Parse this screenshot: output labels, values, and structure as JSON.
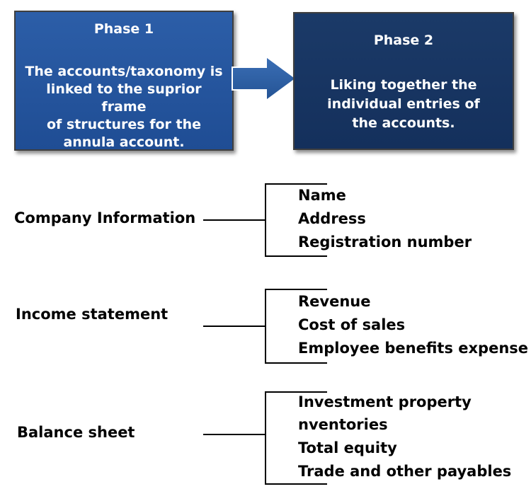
{
  "phases": {
    "phase1": {
      "title": "Phase 1",
      "body": "The accounts/taxonomy is\nlinked to the suprior frame\nof structures for the\nannula account.",
      "color": "#2556a0"
    },
    "phase2": {
      "title": "Phase 2",
      "body": "Liking together the\nindividual entries of\nthe accounts.",
      "color": "#17335f"
    },
    "arrow_color": "#2e5fa3"
  },
  "groups": [
    {
      "label": "Company Information",
      "items": [
        "Name",
        "Address",
        "Registration number"
      ]
    },
    {
      "label": "Income statement",
      "items": [
        "Revenue",
        "Cost of sales",
        "Employee benefits expense"
      ]
    },
    {
      "label": "Balance sheet",
      "items": [
        "Investment property",
        "nventories",
        "Total equity",
        "Trade and other payables"
      ]
    }
  ]
}
